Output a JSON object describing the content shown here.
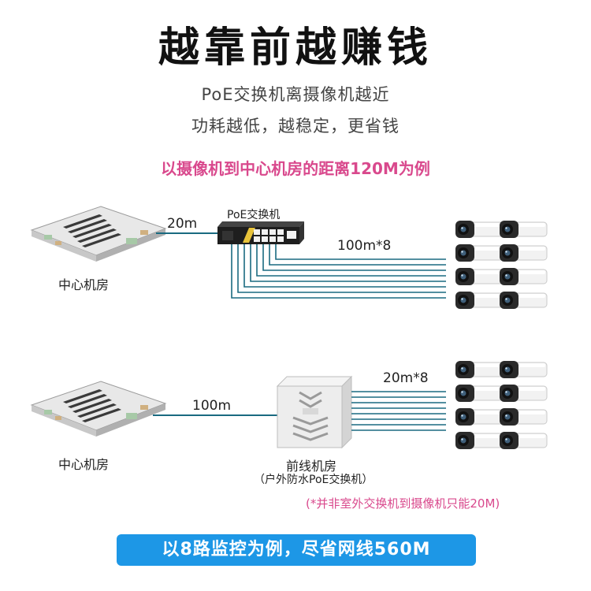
{
  "header": {
    "title": "越靠前越赚钱",
    "line1": "PoE交换机离摄像机越近",
    "line2": "功耗越低，越稳定，更省钱",
    "example": "以摄像机到中心机房的距离120M为例"
  },
  "scenario_top": {
    "room_label": "中心机房",
    "switch_label": "PoE交换机",
    "distance_to_switch": "20m",
    "distance_to_cameras": "100m*8",
    "camera_count": 8
  },
  "scenario_bottom": {
    "room_label": "中心机房",
    "distance_to_switch": "100m",
    "distance_to_cameras": "20m*8",
    "frontline_label": "前线机房",
    "frontline_sublabel": "（户外防水PoE交换机）",
    "note": "(*并非室外交换机到摄像机只能20M)",
    "camera_count": 8
  },
  "banner": {
    "text": "以8路监控为例，尽省网线560M"
  },
  "colors": {
    "accent": "#d9498d",
    "cable": "#1a6a80",
    "banner": "#1d97e6"
  }
}
